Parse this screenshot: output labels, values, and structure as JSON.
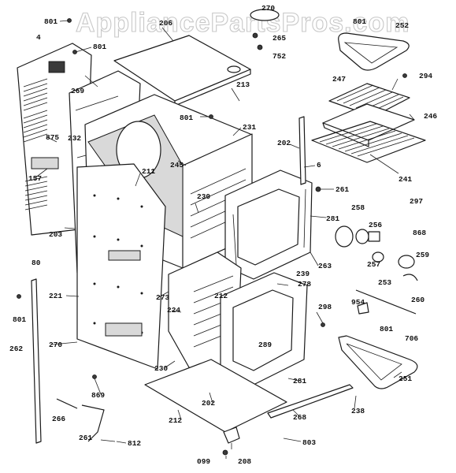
{
  "watermark": "AppliancePartsPros.com",
  "part_labels": [
    {
      "id": "lbl-801-a",
      "text": "801"
    },
    {
      "id": "lbl-4",
      "text": "4"
    },
    {
      "id": "lbl-801-b",
      "text": "801"
    },
    {
      "id": "lbl-269",
      "text": "269"
    },
    {
      "id": "lbl-206",
      "text": "206"
    },
    {
      "id": "lbl-270-top",
      "text": "270"
    },
    {
      "id": "lbl-265",
      "text": "265"
    },
    {
      "id": "lbl-752",
      "text": "752"
    },
    {
      "id": "lbl-801-c",
      "text": "801"
    },
    {
      "id": "lbl-252",
      "text": "252"
    },
    {
      "id": "lbl-294",
      "text": "294"
    },
    {
      "id": "lbl-213",
      "text": "213"
    },
    {
      "id": "lbl-247",
      "text": "247"
    },
    {
      "id": "lbl-246",
      "text": "246"
    },
    {
      "id": "lbl-801-d",
      "text": "801"
    },
    {
      "id": "lbl-231",
      "text": "231"
    },
    {
      "id": "lbl-232",
      "text": "232"
    },
    {
      "id": "lbl-875",
      "text": "875"
    },
    {
      "id": "lbl-202-a",
      "text": "202"
    },
    {
      "id": "lbl-6",
      "text": "6"
    },
    {
      "id": "lbl-241",
      "text": "241"
    },
    {
      "id": "lbl-245",
      "text": "245"
    },
    {
      "id": "lbl-157",
      "text": "157"
    },
    {
      "id": "lbl-211",
      "text": "211"
    },
    {
      "id": "lbl-230-a",
      "text": "230"
    },
    {
      "id": "lbl-261",
      "text": "261"
    },
    {
      "id": "lbl-297",
      "text": "297"
    },
    {
      "id": "lbl-258",
      "text": "258"
    },
    {
      "id": "lbl-281-a",
      "text": "281"
    },
    {
      "id": "lbl-256",
      "text": "256"
    },
    {
      "id": "lbl-868",
      "text": "868"
    },
    {
      "id": "lbl-203",
      "text": "203"
    },
    {
      "id": "lbl-80",
      "text": "80"
    },
    {
      "id": "lbl-263",
      "text": "263"
    },
    {
      "id": "lbl-257",
      "text": "257"
    },
    {
      "id": "lbl-259",
      "text": "259"
    },
    {
      "id": "lbl-239",
      "text": "239"
    },
    {
      "id": "lbl-221",
      "text": "221"
    },
    {
      "id": "lbl-278",
      "text": "278"
    },
    {
      "id": "lbl-253",
      "text": "253"
    },
    {
      "id": "lbl-273",
      "text": "273"
    },
    {
      "id": "lbl-212-a",
      "text": "212"
    },
    {
      "id": "lbl-260",
      "text": "260"
    },
    {
      "id": "lbl-801-e",
      "text": "801"
    },
    {
      "id": "lbl-954",
      "text": "954"
    },
    {
      "id": "lbl-298",
      "text": "298"
    },
    {
      "id": "lbl-224",
      "text": "224"
    },
    {
      "id": "lbl-801-f",
      "text": "801"
    },
    {
      "id": "lbl-706",
      "text": "706"
    },
    {
      "id": "lbl-289",
      "text": "289"
    },
    {
      "id": "lbl-262",
      "text": "262"
    },
    {
      "id": "lbl-270-mid",
      "text": "270"
    },
    {
      "id": "lbl-230-b",
      "text": "230"
    },
    {
      "id": "lbl-281-b",
      "text": "281"
    },
    {
      "id": "lbl-251",
      "text": "251"
    },
    {
      "id": "lbl-869",
      "text": "869"
    },
    {
      "id": "lbl-202-b",
      "text": "202"
    },
    {
      "id": "lbl-266",
      "text": "266"
    },
    {
      "id": "lbl-268",
      "text": "268"
    },
    {
      "id": "lbl-238",
      "text": "238"
    },
    {
      "id": "lbl-212-b",
      "text": "212"
    },
    {
      "id": "lbl-261-b",
      "text": "261"
    },
    {
      "id": "lbl-812",
      "text": "812"
    },
    {
      "id": "lbl-803",
      "text": "803"
    },
    {
      "id": "lbl-099",
      "text": "099"
    },
    {
      "id": "lbl-208",
      "text": "208"
    }
  ]
}
